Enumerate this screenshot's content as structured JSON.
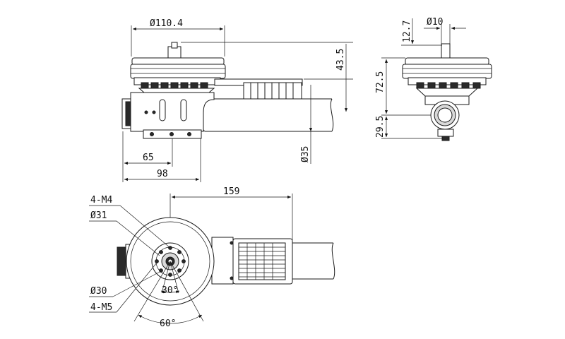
{
  "dimensions": {
    "top_motor_diameter": "Ø110.4",
    "motor_height": "43.5",
    "pin_dia_front": "Ø10",
    "pin_height_front": "12.7",
    "front_upper": "72.5",
    "front_lower": "29.5",
    "tube_diameter": "Ø35",
    "offset_65": "65",
    "offset_98": "98",
    "length_159": "159",
    "holes_m4": "4-M4",
    "circle_31": "Ø31",
    "circle_30": "Ø30",
    "holes_m5": "4-M5",
    "angle_30": "30°",
    "angle_60": "60°"
  }
}
